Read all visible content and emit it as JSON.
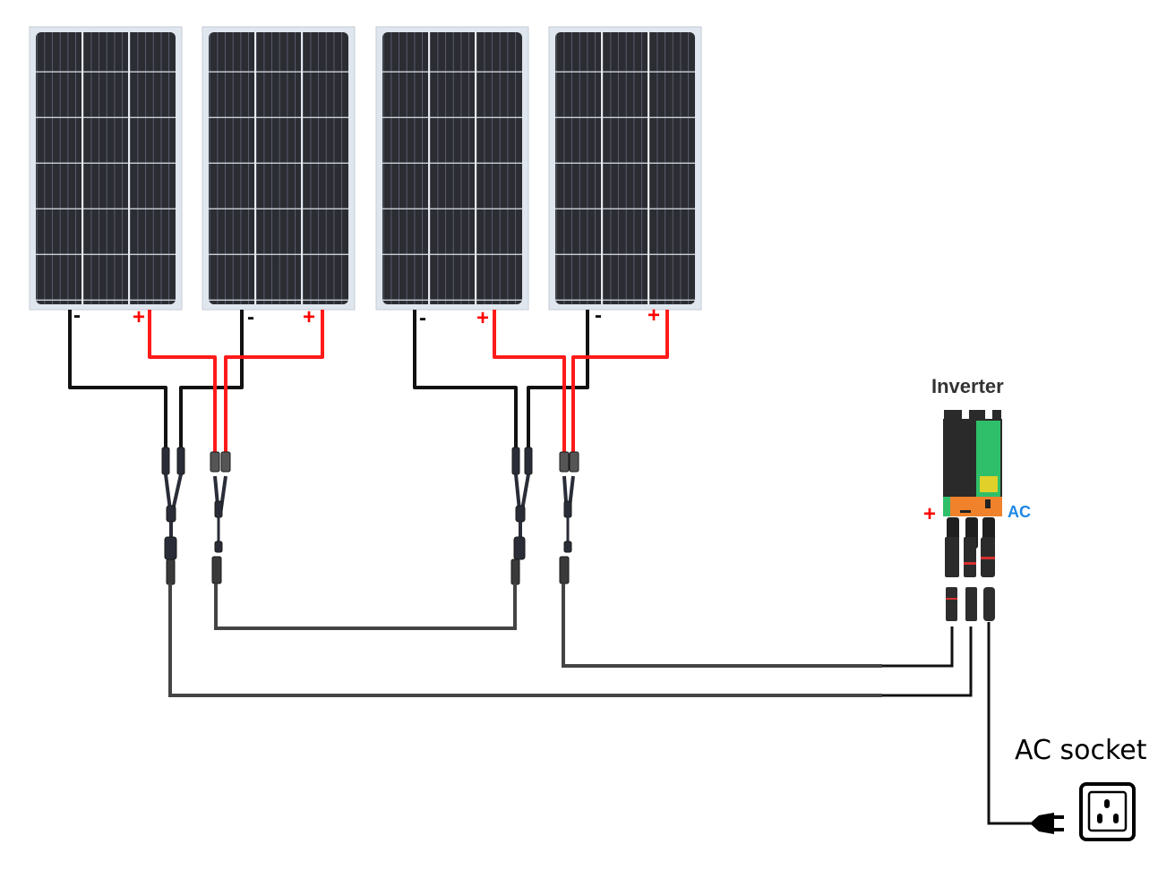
{
  "diagram": {
    "title": "Solar panel wiring diagram: 4 panels in 2 parallel pairs connected in series to a micro inverter",
    "panels": [
      {
        "id": "panel-1",
        "negative_label": "-",
        "positive_label": "+"
      },
      {
        "id": "panel-2",
        "negative_label": "-",
        "positive_label": "+"
      },
      {
        "id": "panel-3",
        "negative_label": "-",
        "positive_label": "+"
      },
      {
        "id": "panel-4",
        "negative_label": "-",
        "positive_label": "+"
      }
    ],
    "panel_grid": {
      "rows": 6,
      "sections": 3,
      "cell_columns_per_section": 6
    },
    "inverter": {
      "label": "Inverter",
      "dc_input_label": "+",
      "ac_output_label": "AC"
    },
    "socket": {
      "label": "AC socket"
    },
    "colors": {
      "positive_wire": "#ff1a1a",
      "negative_wire": "#111111",
      "trunk_wire": "#444444",
      "panel_cell": "#2b2d33",
      "panel_frame": "#dfe6ee",
      "inverter_green": "#2fbf6a",
      "inverter_orange": "#f0822c",
      "inverter_body": "#2a2a2a",
      "ac_label": "#1e88e5"
    }
  }
}
